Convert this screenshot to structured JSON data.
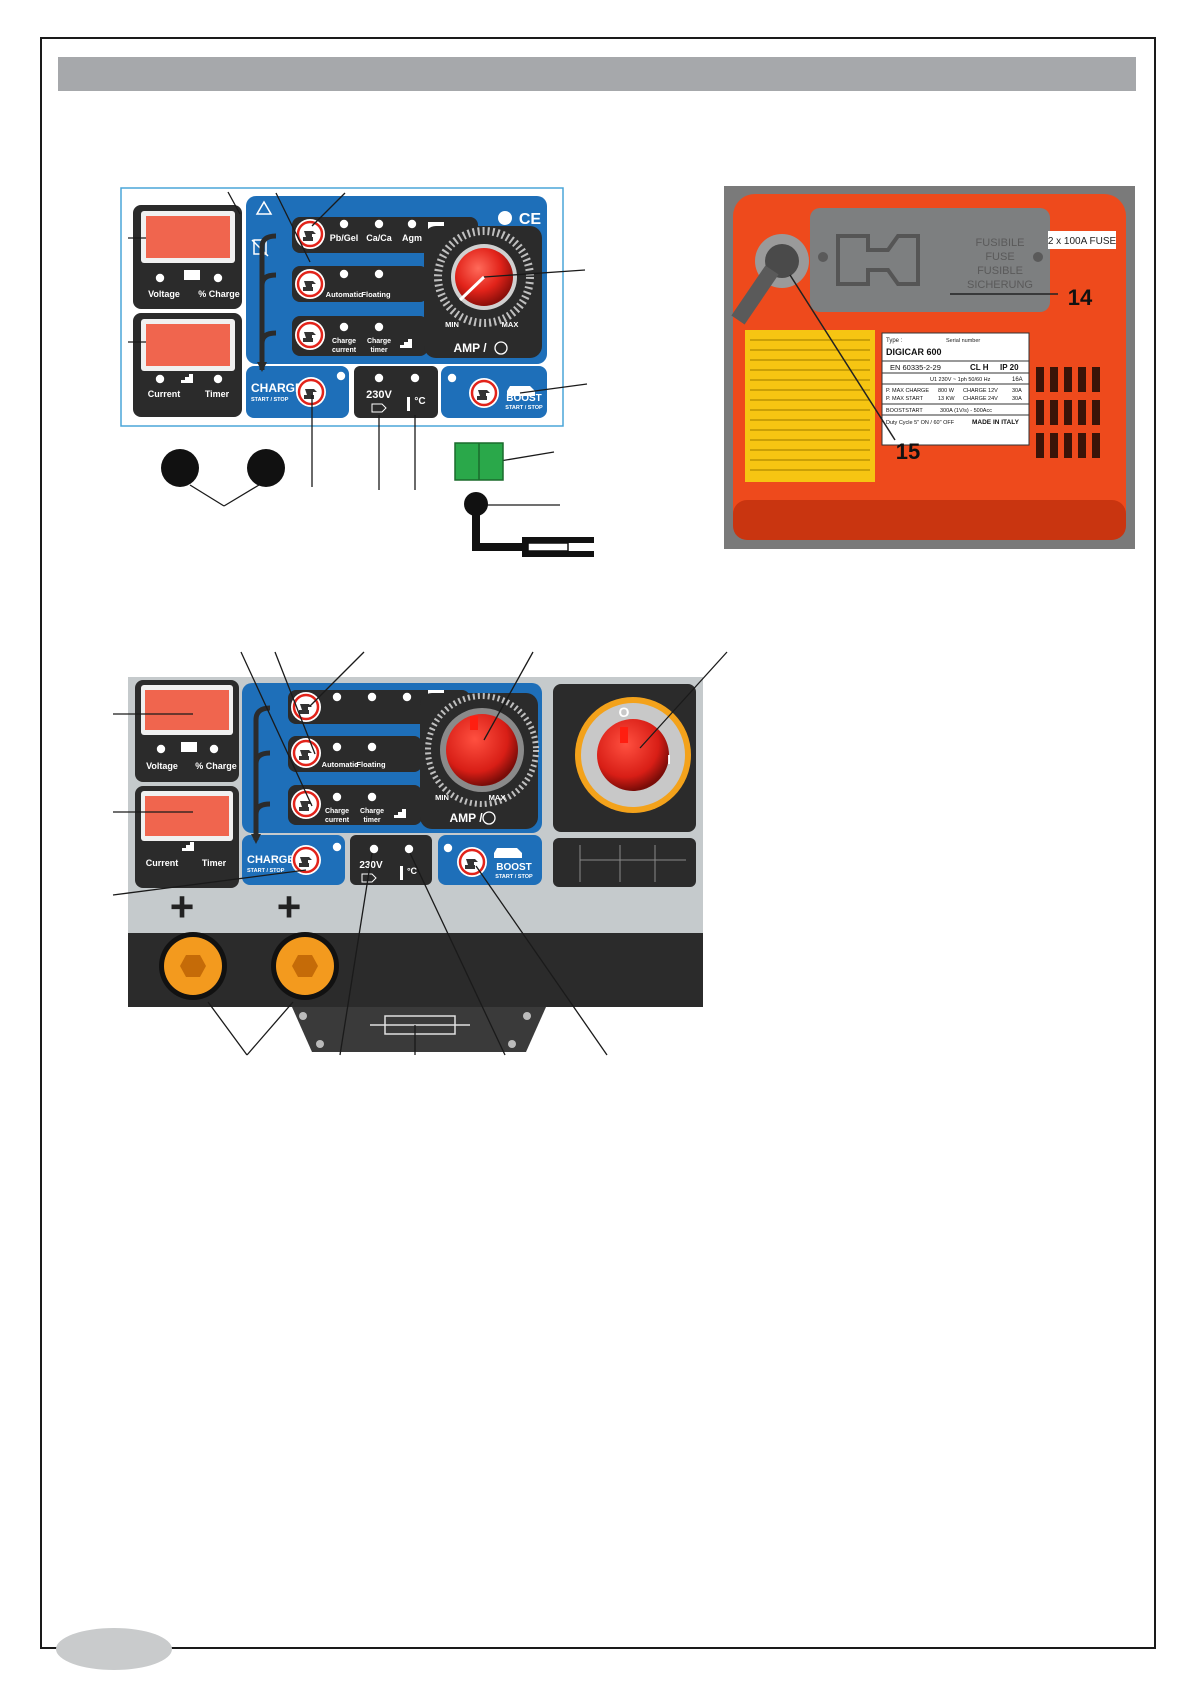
{
  "panel": {
    "led_labels_1": [
      "Pb/Gel",
      "Ca/Ca",
      "Agm"
    ],
    "led_labels_2": [
      "Automatic",
      "Floating"
    ],
    "led_labels_3a": [
      "Charge",
      "Charge"
    ],
    "led_labels_3b": [
      "current",
      "timer"
    ],
    "display1_labels": [
      "Voltage",
      "% Charge"
    ],
    "display2_labels": [
      "Current",
      "Timer"
    ],
    "amp_label": "AMP /",
    "dial_min": "MIN",
    "dial_max": "MAX",
    "charge_label": "CHARGE",
    "charge_sub": "START / STOP",
    "boost_label": "BOOST",
    "boost_sub": "START / STOP",
    "voltage_label": "230V",
    "temp_label": "°C",
    "ce_mark": "CE"
  },
  "photo": {
    "fuse_text": [
      "FUSIBILE",
      "FUSE",
      "FUSIBLE",
      "SICHERUNG"
    ],
    "fuse_tag": "2 x 100A FUSE",
    "callout_14": "14",
    "callout_15": "15",
    "plate": {
      "type_label": "Type :",
      "serial_label": "Serial number",
      "model": "DIGICAR 600",
      "norm": "EN 60335-2-29",
      "class": "CL H",
      "ip": "IP 20",
      "supply": "U1 230V ~ 1ph 50/60 Hz",
      "amp": "16A",
      "max_charge": "P. MAX CHARGE",
      "max_charge_val": "800 W",
      "max_start": "P. MAX START",
      "max_start_val": "13 KW",
      "charge12": "CHARGE 12V",
      "charge12_val": "30A",
      "charge24": "CHARGE 24V",
      "charge24_val": "30A",
      "boost": "BOOSTSTART",
      "boost_val": "300A (1V/s) - 500Acc",
      "duty": "Duty Cycle 5\" ON / 60\" OFF",
      "made": "MADE IN ITALY"
    }
  },
  "panel2": {
    "display1_labels": [
      "Voltage",
      "% Charge"
    ],
    "display2_labels": [
      "Current",
      "Timer"
    ],
    "led_labels_2": [
      "Automatic",
      "Floating"
    ],
    "led_labels_3a": [
      "Charge",
      "Charge"
    ],
    "led_labels_3b": [
      "current",
      "timer"
    ],
    "amp_label": "AMP /",
    "dial_min": "MIN",
    "dial_max": "MAX",
    "charge_label": "CHARGE",
    "charge_sub": "START / STOP",
    "boost_label": "BOOST",
    "boost_sub": "START / STOP",
    "voltage_label": "230V",
    "temp_label": "°C",
    "switch_off": "O",
    "switch_on": "I",
    "plus": "+"
  },
  "colors": {
    "panel_blue": "#1e6fb9",
    "dark": "#2b2b2b",
    "display_red": "#f0654e",
    "knob_red": "#e2231a",
    "housing_orange": "#ee4a1c",
    "terminal_orange": "#f39a1e",
    "gray": "#c5cacc"
  }
}
